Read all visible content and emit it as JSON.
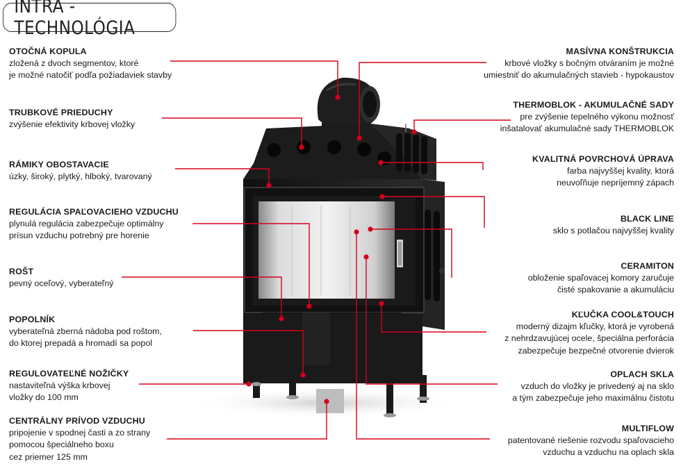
{
  "title": "INTRA - TECHNOLÓGIA",
  "colors": {
    "accent": "#d6001c",
    "body": "#1c1c1c",
    "steel": "#b9b9b9"
  },
  "features_left": [
    {
      "id": "otocna-kopula",
      "title": "OTOČNÁ KOPULA",
      "lines": [
        "zložená z dvoch segmentov, ktoré",
        "je možné natočiť podľa požiadaviek stavby"
      ]
    },
    {
      "id": "trubkove-prieduchy",
      "title": "TRUBKOVÉ PRIEDUCHY",
      "lines": [
        "zvýšenie efektivity krbovej vložky"
      ]
    },
    {
      "id": "ramiky-obostavacie",
      "title": "RÁMIKY OBOSTAVACIE",
      "lines": [
        "úzky, široký, plytký, hlboký, tvarovaný"
      ]
    },
    {
      "id": "regulacia",
      "title": "REGULÁCIA SPAĽOVACIEHO VZDUCHU",
      "lines": [
        "plynulá regulácia zabezpečuje optimálny",
        "prísun vzduchu potrebný pre horenie"
      ]
    },
    {
      "id": "rost",
      "title": "ROŠT",
      "lines": [
        "pevný oceľový, vyberateľný"
      ]
    },
    {
      "id": "popolnik",
      "title": "POPOLNÍK",
      "lines": [
        "vyberateľná zberná nádoba pod roštom,",
        "do ktorej prepadá a hromadí sa popol"
      ]
    },
    {
      "id": "nozicky",
      "title": "REGULOVATEĽNÉ NOŽIČKY",
      "lines": [
        "nastaviteľná výška krbovej",
        "vložky do 100 mm"
      ]
    },
    {
      "id": "privod",
      "title": "CENTRÁLNY PRÍVOD VZDUCHU",
      "lines": [
        "pripojenie v spodnej časti a zo strany",
        "pomocou špeciálneho boxu",
        "cez priemer 125 mm"
      ]
    }
  ],
  "features_right": [
    {
      "id": "masivna",
      "title": "MASÍVNA KONŠTRUKCIA",
      "lines": [
        "krbové vložky s bočným otváraním je možné",
        "umiestniť do akumulačných stavieb - hypokaustov"
      ]
    },
    {
      "id": "thermoblok",
      "title": "THERMOBLOK - AKUMULAČNÉ SADY",
      "lines": [
        "pre zvýšenie tepelného výkonu možnosť",
        "inšatalovať akumulačné sady THERMOBLOK"
      ]
    },
    {
      "id": "povrchova",
      "title": "KVALITNÁ POVRCHOVÁ ÚPRAVA",
      "lines": [
        "farba najvyššej kvality, ktorá",
        "neuvoľňuje nepríjemný zápach"
      ]
    },
    {
      "id": "blackline",
      "title": "BLACK LINE",
      "lines": [
        "sklo s potlačou najvyššej kvality"
      ]
    },
    {
      "id": "ceramiton",
      "title": "CERAMITON",
      "lines": [
        "obloženie spaľovacej komory zaručuje",
        "čisté spakovanie a akumuláciu"
      ]
    },
    {
      "id": "klucka",
      "title": "KĽUČKA COOL&TOUCH",
      "lines": [
        "moderný dizajm kľučky, ktorá je vyrobená",
        "z nehrdzavujúcej ocele, špeciálna perforácia",
        "zabezpečuje bezpečné otvorenie dvierok"
      ]
    },
    {
      "id": "oplach",
      "title": "OPLACH SKLA",
      "lines": [
        "vzduch do vložky je privedený aj na sklo",
        "a tým zabezpečuje jeho maximálnu čistotu"
      ]
    },
    {
      "id": "multiflow",
      "title": "MULTIFLOW",
      "lines": [
        "patentované riešenie rozvodu spaľovacieho",
        "vzduchu a vzduchu na oplach skla"
      ]
    }
  ]
}
